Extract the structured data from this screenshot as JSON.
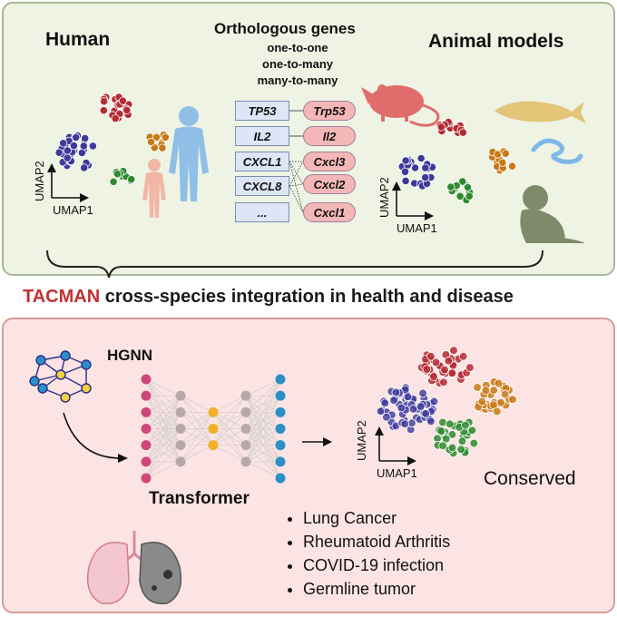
{
  "top_panel": {
    "human_label": "Human",
    "animal_label": "Animal models",
    "ortho": {
      "title": "Orthologous genes",
      "types": [
        "one-to-one",
        "one-to-many",
        "many-to-many"
      ],
      "human_genes": [
        "TP53",
        "IL2",
        "CXCL1",
        "CXCL8",
        "..."
      ],
      "animal_genes": [
        "Trp53",
        "Il2",
        "Cxcl3",
        "Cxcl2",
        "Cxcl1"
      ]
    },
    "umap_human": {
      "x": "UMAP1",
      "y": "UMAP2"
    },
    "umap_animal": {
      "x": "UMAP1",
      "y": "UMAP2"
    }
  },
  "headline": {
    "brand": "TACMAN",
    "rest": " cross-species integration in health and  disease"
  },
  "bottom_panel": {
    "hgnn_label": "HGNN",
    "transformer_label": "Transformer",
    "umap": {
      "x": "UMAP1",
      "y": "UMAP2"
    },
    "conserved_label": "Conserved",
    "diseases": [
      "Lung Cancer",
      "Rheumatoid Arthritis",
      "COVID-19 infection",
      "Germline tumor"
    ]
  },
  "colors": {
    "top_bg": "#eef3e4",
    "bottom_bg": "#fbe4e3",
    "cluster_red": "#b52b34",
    "cluster_blue": "#3e3a9a",
    "cluster_green": "#2f8a2e",
    "cluster_orange": "#c77a16",
    "human_figure": "#8fbfe6",
    "rat": "#e06c6c",
    "fish": "#e2c577",
    "worm": "#7eb6e8",
    "monkey": "#7f8a6a",
    "nn_pink": "#d0477b",
    "nn_grey": "#b8a8a8",
    "nn_yellow": "#f0b129",
    "nn_blue": "#2c8fc7"
  },
  "icons": [
    "human-figure-icon",
    "rat-icon",
    "fish-icon",
    "worm-icon",
    "monkey-icon",
    "graph-network-icon",
    "lungs-icon"
  ]
}
